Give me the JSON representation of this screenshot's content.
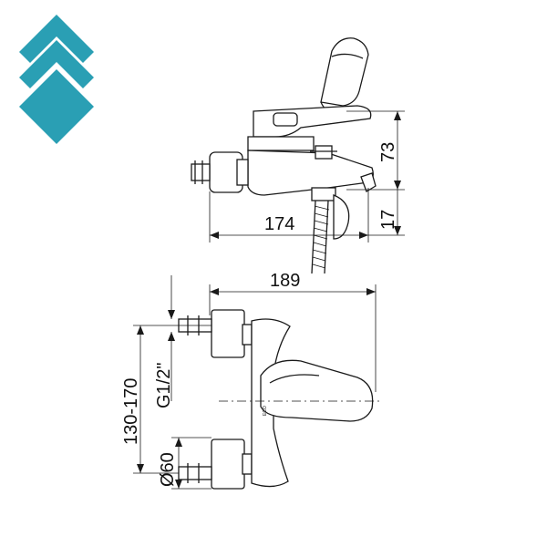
{
  "logo": {
    "color": "#2a9fb4",
    "icon": "stacked-diamond-logo"
  },
  "dimensions": {
    "height_top": "73",
    "height_small": "17",
    "length_short": "174",
    "length_long": "189",
    "wall_range": "130-170",
    "thread": "G1/2\"",
    "diameter": "Ø60"
  },
  "colors": {
    "line": "#1a1a1a",
    "background": "#ffffff"
  }
}
